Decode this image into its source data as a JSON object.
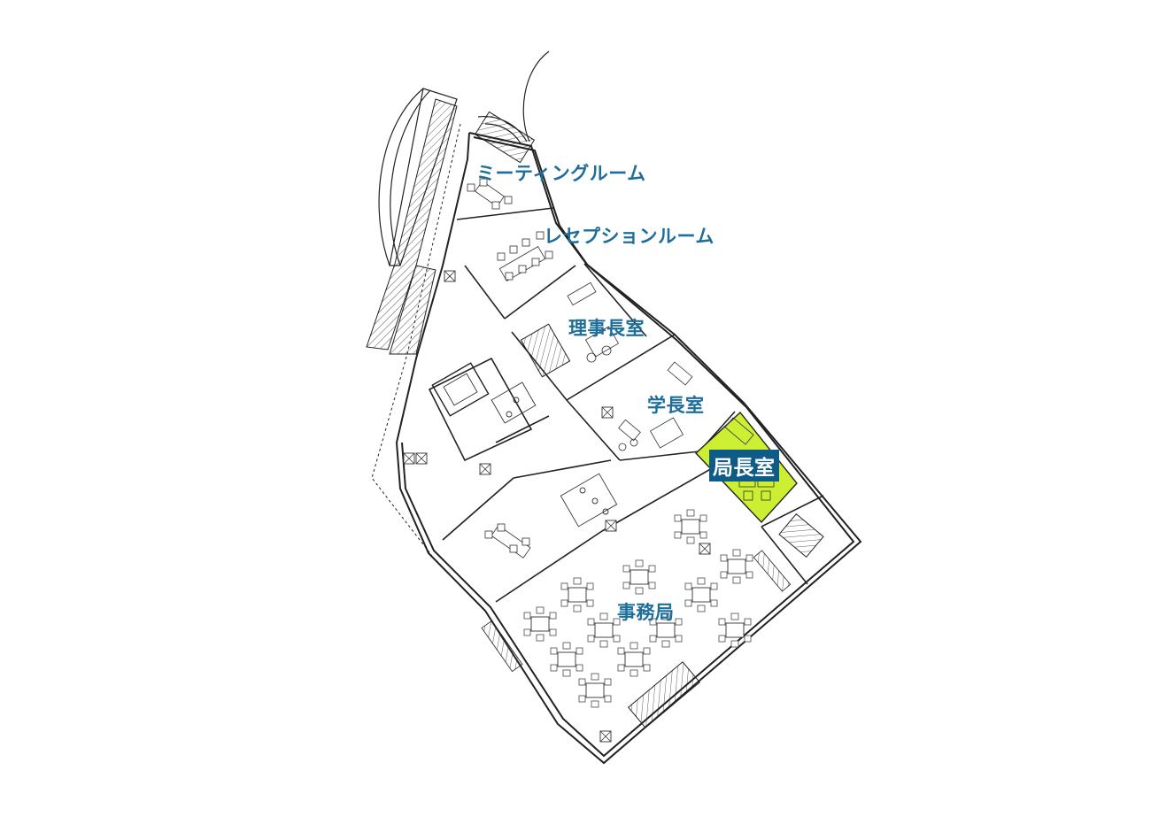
{
  "floor_plan": {
    "rooms": [
      {
        "id": "meeting-room",
        "label": "ミーティングルーム",
        "highlighted": false
      },
      {
        "id": "reception-room",
        "label": "レセプションルーム",
        "highlighted": false
      },
      {
        "id": "chairman-office",
        "label": "理事長室",
        "highlighted": false
      },
      {
        "id": "president-office",
        "label": "学長室",
        "highlighted": false
      },
      {
        "id": "director-office",
        "label": "局長室",
        "highlighted": true
      },
      {
        "id": "administration-office",
        "label": "事務局",
        "highlighted": false
      }
    ],
    "colors": {
      "label_text": "#1d6e9a",
      "highlight_fill": "#ccee33",
      "highlight_label_bg": "#0d5b86",
      "line": "#222222"
    }
  }
}
